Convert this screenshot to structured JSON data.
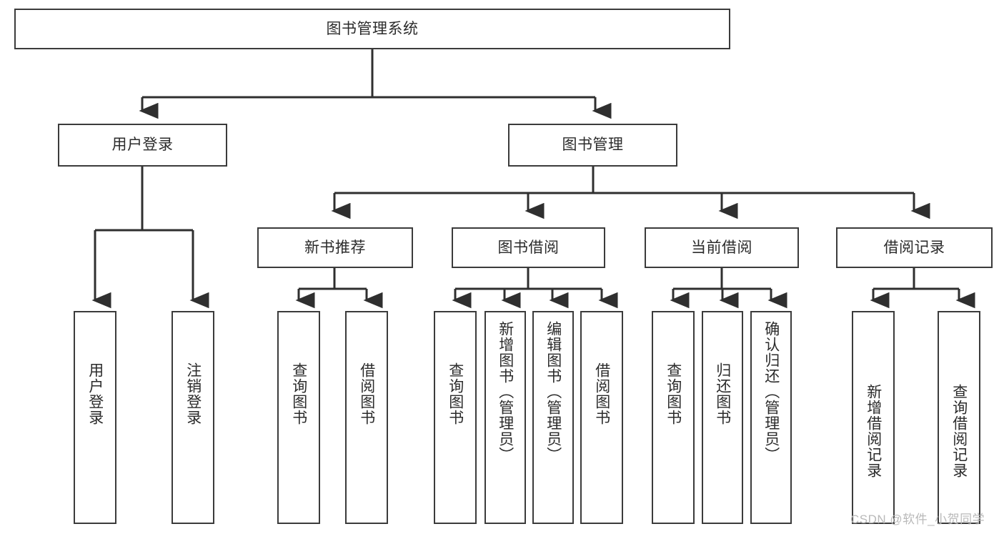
{
  "diagram": {
    "type": "hierarchy-tree",
    "title": "图书管理系统",
    "root": {
      "id": "root",
      "label": "图书管理系统"
    },
    "level1": [
      {
        "id": "user-login",
        "label": "用户登录"
      },
      {
        "id": "book-management",
        "label": "图书管理"
      }
    ],
    "level2": [
      {
        "id": "new-book-recommend",
        "label": "新书推荐",
        "parent": "book-management"
      },
      {
        "id": "book-borrow",
        "label": "图书借阅",
        "parent": "book-management"
      },
      {
        "id": "current-borrow",
        "label": "当前借阅",
        "parent": "book-management"
      },
      {
        "id": "borrow-record",
        "label": "借阅记录",
        "parent": "book-management"
      }
    ],
    "leaves": [
      {
        "id": "leaf-user-login",
        "label": "用户登录",
        "parent": "user-login"
      },
      {
        "id": "leaf-logout-login",
        "label": "注销登录",
        "parent": "user-login"
      },
      {
        "id": "leaf-query-book-1",
        "label": "查询图书",
        "parent": "new-book-recommend"
      },
      {
        "id": "leaf-borrow-book-1",
        "label": "借阅图书",
        "parent": "new-book-recommend"
      },
      {
        "id": "leaf-query-book-2",
        "label": "查询图书",
        "parent": "book-borrow"
      },
      {
        "id": "leaf-add-book",
        "label": "新增图书（管理员）",
        "parent": "book-borrow"
      },
      {
        "id": "leaf-edit-book",
        "label": "编辑图书（管理员）",
        "parent": "book-borrow"
      },
      {
        "id": "leaf-borrow-book-2",
        "label": "借阅图书",
        "parent": "book-borrow"
      },
      {
        "id": "leaf-query-book-3",
        "label": "查询图书",
        "parent": "current-borrow"
      },
      {
        "id": "leaf-return-book",
        "label": "归还图书",
        "parent": "current-borrow"
      },
      {
        "id": "leaf-confirm-return",
        "label": "确认归还（管理员）",
        "parent": "current-borrow"
      },
      {
        "id": "leaf-add-record",
        "label": "新增借阅记录",
        "parent": "borrow-record"
      },
      {
        "id": "leaf-query-record",
        "label": "查询借阅记录",
        "parent": "borrow-record"
      }
    ],
    "watermark": "CSDN @软件_小贺同学",
    "colors": {
      "stroke": "#3b3b3b",
      "text": "#2b2b2b",
      "background": "#ffffff",
      "watermark": "#b9b9b9"
    }
  }
}
